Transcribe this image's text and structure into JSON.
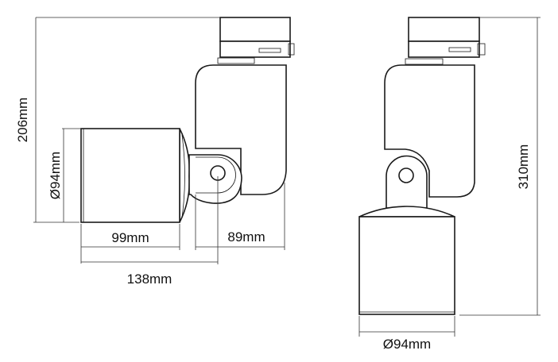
{
  "side_view": {
    "height_label": "206mm",
    "diameter_label": "Ø94mm",
    "body_length_label": "99mm",
    "arm_depth_label": "89mm",
    "total_length_label": "138mm"
  },
  "front_view": {
    "height_label": "310mm",
    "diameter_label": "Ø94mm"
  }
}
